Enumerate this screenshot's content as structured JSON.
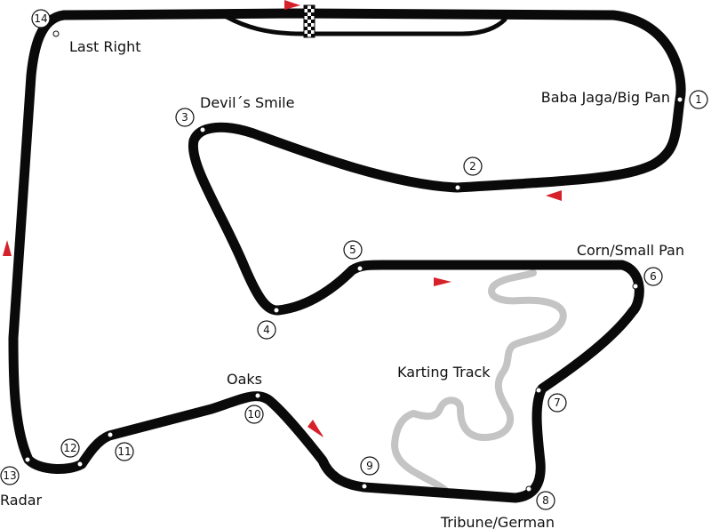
{
  "colors": {
    "track": "#0a0a0a",
    "karting": "#c4c4c4",
    "arrow": "#d6202a",
    "background": "#ffffff"
  },
  "karting_label": "Karting Track",
  "corners": [
    {
      "number": "1",
      "name": "Baba Jaga/Big Pan"
    },
    {
      "number": "2",
      "name": ""
    },
    {
      "number": "3",
      "name": "Devil´s Smile"
    },
    {
      "number": "4",
      "name": ""
    },
    {
      "number": "5",
      "name": ""
    },
    {
      "number": "6",
      "name": "Corn/Small Pan"
    },
    {
      "number": "7",
      "name": ""
    },
    {
      "number": "8",
      "name": "Tribune/German"
    },
    {
      "number": "9",
      "name": ""
    },
    {
      "number": "10",
      "name": "Oaks"
    },
    {
      "number": "11",
      "name": ""
    },
    {
      "number": "12",
      "name": ""
    },
    {
      "number": "13",
      "name": "Radar"
    },
    {
      "number": "14",
      "name": "Last Right"
    }
  ],
  "icons": [
    "start-finish-flag-icon",
    "direction-arrow-icon"
  ]
}
